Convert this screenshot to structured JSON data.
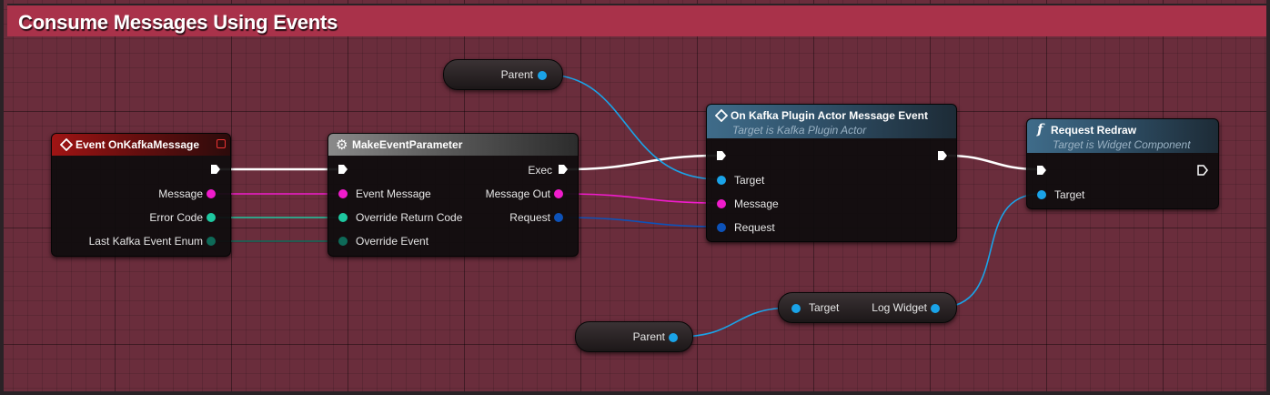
{
  "comment": {
    "title": "Consume Messages Using Events"
  },
  "nodes": {
    "event_on_kafka_message": {
      "title": "Event OnKafkaMessage",
      "outputs": [
        "Message",
        "Error Code",
        "Last Kafka Event Enum"
      ]
    },
    "make_event_parameter": {
      "title": "MakeEventParameter",
      "inputs": [
        "Event Message",
        "Override Return Code",
        "Override Event"
      ],
      "outputs": [
        "Exec",
        "Message Out",
        "Request"
      ]
    },
    "on_kafka_plugin_actor_message_event": {
      "title": "On Kafka Plugin Actor Message Event",
      "subtitle": "Target is Kafka Plugin Actor",
      "inputs": [
        "Target",
        "Message",
        "Request"
      ]
    },
    "request_redraw": {
      "title": "Request Redraw",
      "subtitle": "Target is Widget Component",
      "inputs": [
        "Target"
      ]
    },
    "parent_top": {
      "label": "Parent"
    },
    "parent_bottom": {
      "label": "Parent"
    },
    "log_widget_getter": {
      "input": "Target",
      "output": "Log Widget"
    }
  },
  "colors": {
    "comment_header": "#a9324a",
    "graph_background": "#6a2d3c",
    "object_pin": "#1aa3e8",
    "struct_pin": "#0d52b8",
    "string_pin": "#f01ccc",
    "int_pin": "#1ec8a0",
    "enum_pin": "#0e6a58",
    "exec_wire": "#ffffff"
  },
  "icons": {
    "event": "diamond-event-icon",
    "pure": "gear-icon",
    "function": "function-f-icon"
  }
}
